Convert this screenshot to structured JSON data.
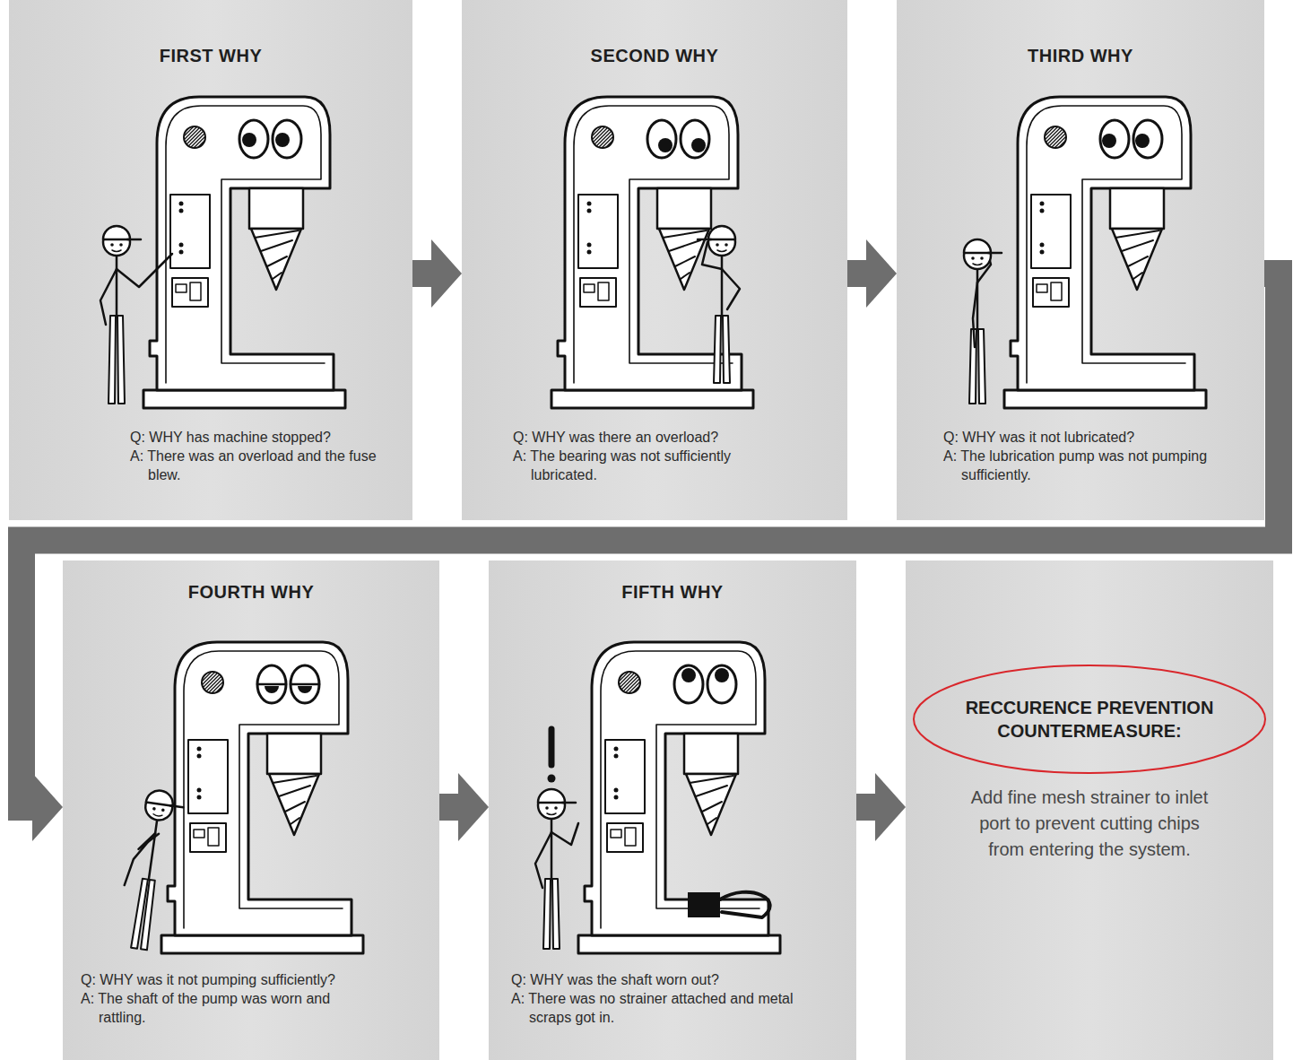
{
  "diagram": {
    "nodes": [
      {
        "text": [
          "FIRST WHY",
          "Q: WHY has machine stopped?",
          "A: There was an overload and the fuse blew."
        ]
      },
      {
        "text": [
          "SECOND WHY",
          "Q: WHY was there an overload?",
          "A: The bearing was not sufficiently lubricated."
        ]
      },
      {
        "text": [
          "THIRD WHY",
          "Q: WHY was it not lubricated?",
          "A: The lubrication pump was not pumping sufficiently."
        ]
      },
      {
        "text": [
          "FOURTH WHY",
          "Q: WHY was it not pumping sufficiently?",
          "A: The shaft of the pump was worn and rattling."
        ]
      },
      {
        "text": [
          "FIFTH WHY",
          "Q: WHY was the shaft worn out?",
          "A: There was no strainer attached and metal scraps got in."
        ]
      },
      {
        "text": [
          "Add fine mesh strainer to inlet port to prevent cutting chips from entering the system."
        ]
      },
      {
        "text": [
          "RECCURENCE PREVENTION COUNTERMEASURE:"
        ],
        "in": 5
      }
    ],
    "edges": [
      {
        "from": 0,
        "to": 1,
        "arrow": "to"
      },
      {
        "from": 1,
        "to": 2,
        "arrow": "to"
      },
      {
        "from": 2,
        "to": 3,
        "arrow": "to"
      },
      {
        "from": 3,
        "to": 4,
        "arrow": "to"
      },
      {
        "from": 4,
        "to": 5,
        "arrow": "to"
      }
    ]
  }
}
